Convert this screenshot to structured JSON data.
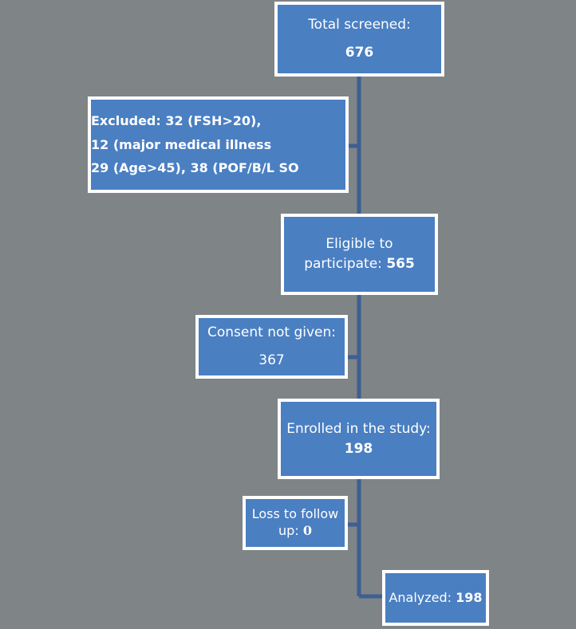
{
  "flow": {
    "total": {
      "line1": "Total screened:",
      "value": "676"
    },
    "excluded": {
      "line1": "Excluded:  32 (FSH>20),",
      "line2": "12 (major medical illness",
      "line3": "29 (Age>45),  38 (POF/B/L SO"
    },
    "eligible": {
      "line1": "Eligible to",
      "line2_label": "participate: ",
      "value": "565"
    },
    "consent": {
      "line1": "Consent not given:",
      "value": "367"
    },
    "enrolled": {
      "line1": "Enrolled in the study:",
      "value": "198"
    },
    "loss": {
      "line1": "Loss to follow",
      "line2_label": "up: ",
      "value": "0"
    },
    "analyzed": {
      "label": "Analyzed: ",
      "value": "198"
    }
  },
  "colors": {
    "box_fill": "#4a7fc2",
    "connector": "#3d5f93",
    "background": "#7f8486"
  }
}
